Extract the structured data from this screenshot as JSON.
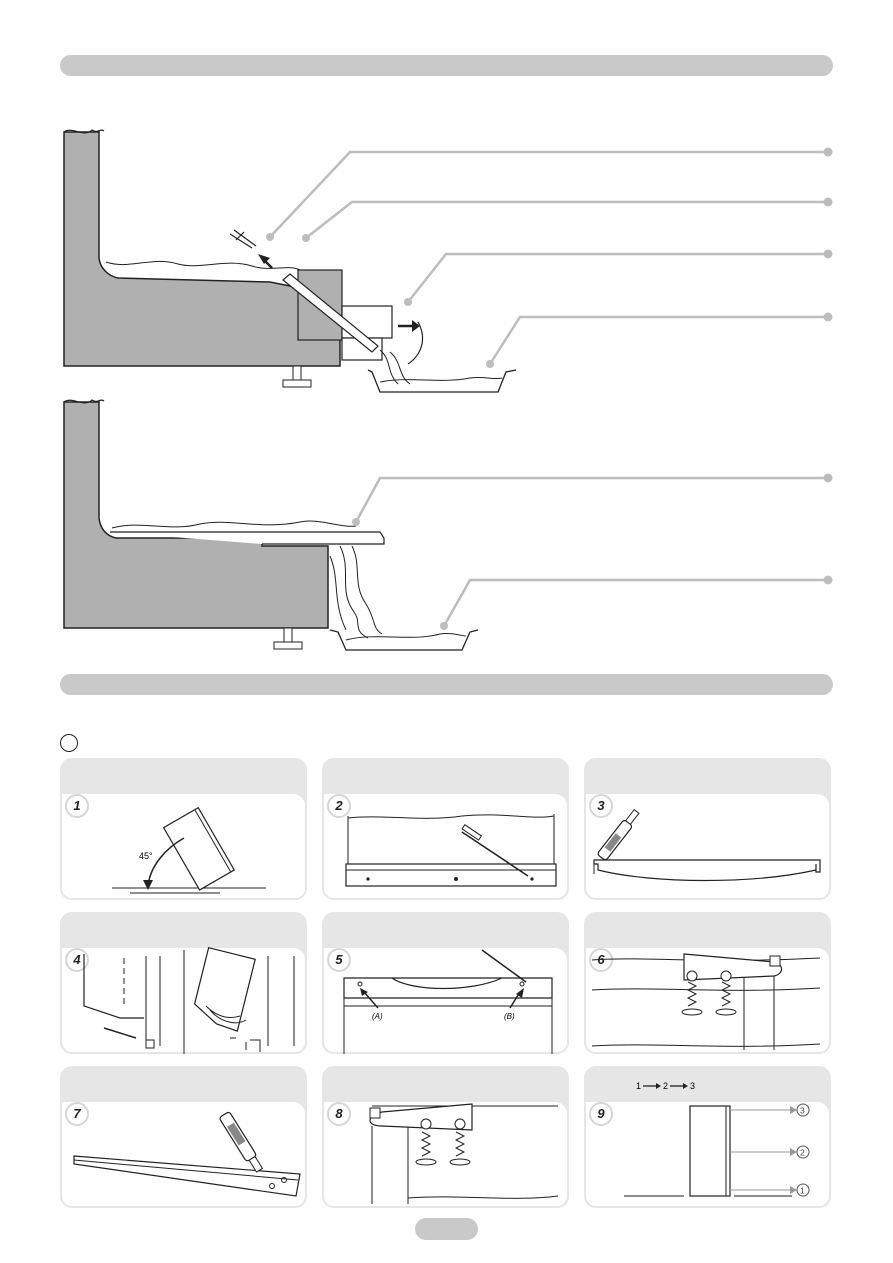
{
  "colors": {
    "bar": "#c9c9c9",
    "panel": "#e6e6e6",
    "appliance": "#b0b0b0",
    "leader": "#bdbdbd"
  },
  "steps": {
    "s1": {
      "number": "1",
      "angle_label": "45°"
    },
    "s2": {
      "number": "2"
    },
    "s3": {
      "number": "3"
    },
    "s4": {
      "number": "4"
    },
    "s5": {
      "number": "5",
      "label_a": "(A)",
      "label_b": "(B)"
    },
    "s6": {
      "number": "6"
    },
    "s7": {
      "number": "7"
    },
    "s8": {
      "number": "8"
    },
    "s9": {
      "number": "9",
      "seq_1": "1",
      "seq_2": "2",
      "seq_3": "3",
      "marker_1": "1",
      "marker_2": "2",
      "marker_3": "3"
    }
  }
}
